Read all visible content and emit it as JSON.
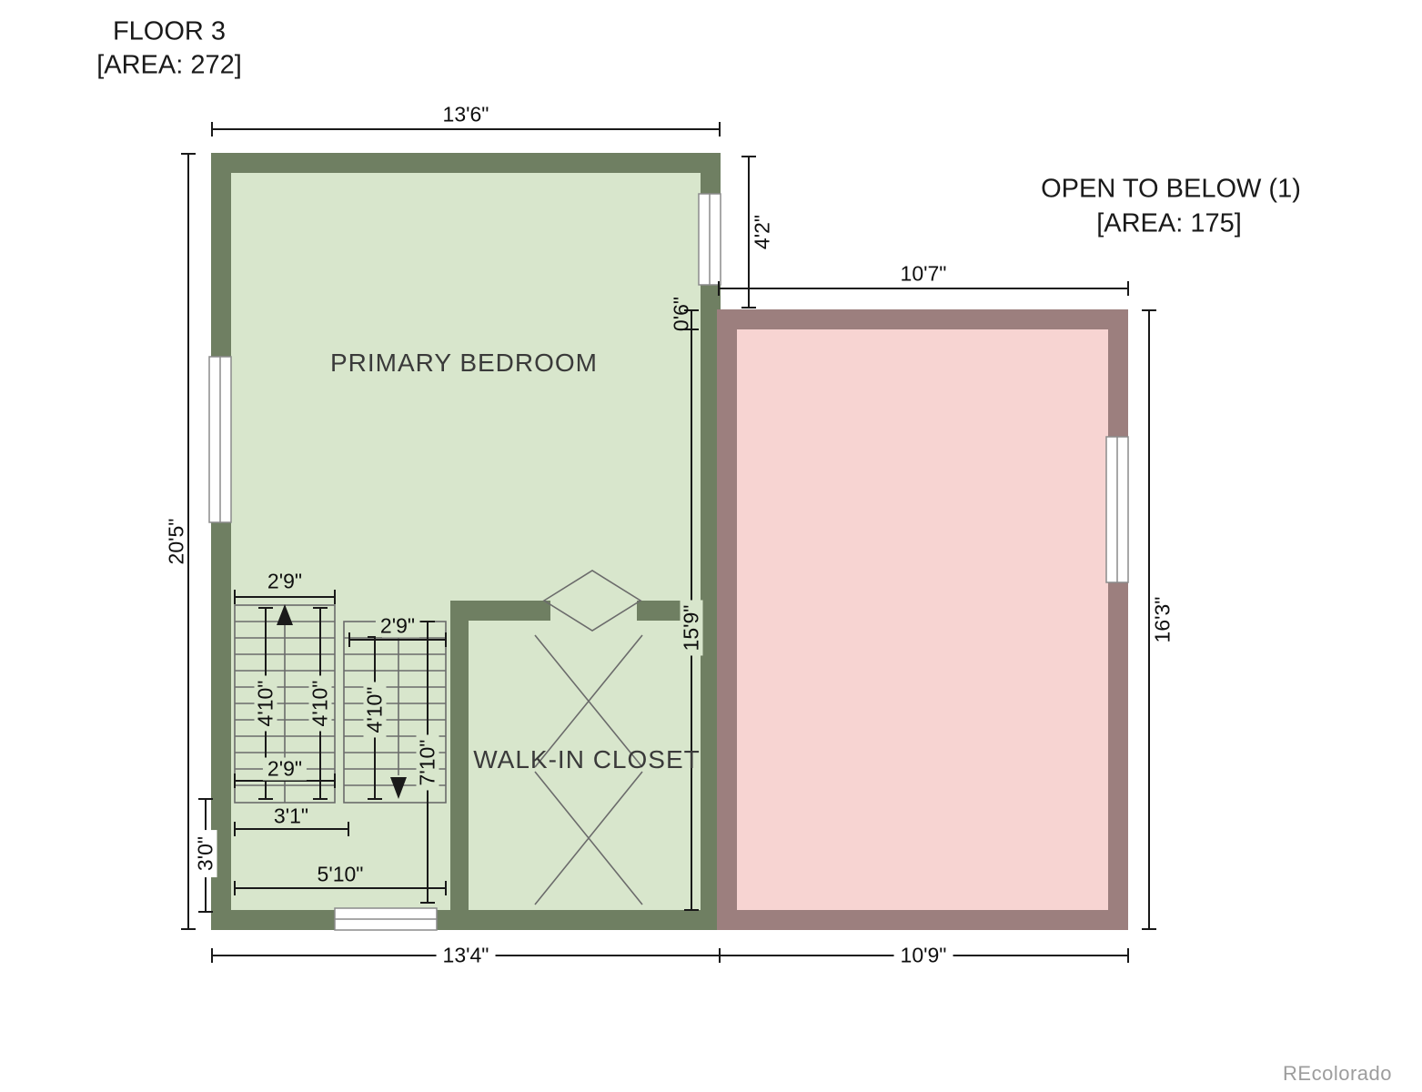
{
  "header": {
    "floor_title": "FLOOR 3",
    "floor_area": "[AREA: 272]"
  },
  "open_to_below": {
    "title": "OPEN TO BELOW (1)",
    "area": "[AREA: 175]"
  },
  "rooms": {
    "primary_bedroom": "PRIMARY BEDROOM",
    "walk_in_closet": "WALK-IN CLOSET"
  },
  "dimensions": {
    "overall": {
      "top_width": "13'6\"",
      "left_height": "20'5\"",
      "right_upper": "4'2\"",
      "open_top_width": "10'7\"",
      "open_right_height": "16'3\"",
      "bottom_left_width": "13'4\"",
      "bottom_right_width": "10'9\"",
      "wall_thickness": "0'6\"",
      "interior_right_height": "15'9\""
    },
    "stairs": {
      "top_width": "2'9\"",
      "flight_a_length": "4'10\"",
      "flight_b_length": "4'10\"",
      "flight_c_length": "4'10\"",
      "mid_width": "2'9\"",
      "lower_width": "2'9\"",
      "well_depth": "7'10\"",
      "landing_width": "3'1\"",
      "landing_depth": "3'0\"",
      "total_width": "5'10\""
    }
  },
  "colors": {
    "bedroom_wall": "#6f7f62",
    "bedroom_floor": "#d8e6cc",
    "open_wall": "#9c7f7e",
    "open_floor": "#f7d4d2"
  },
  "watermark": "REcolorado"
}
